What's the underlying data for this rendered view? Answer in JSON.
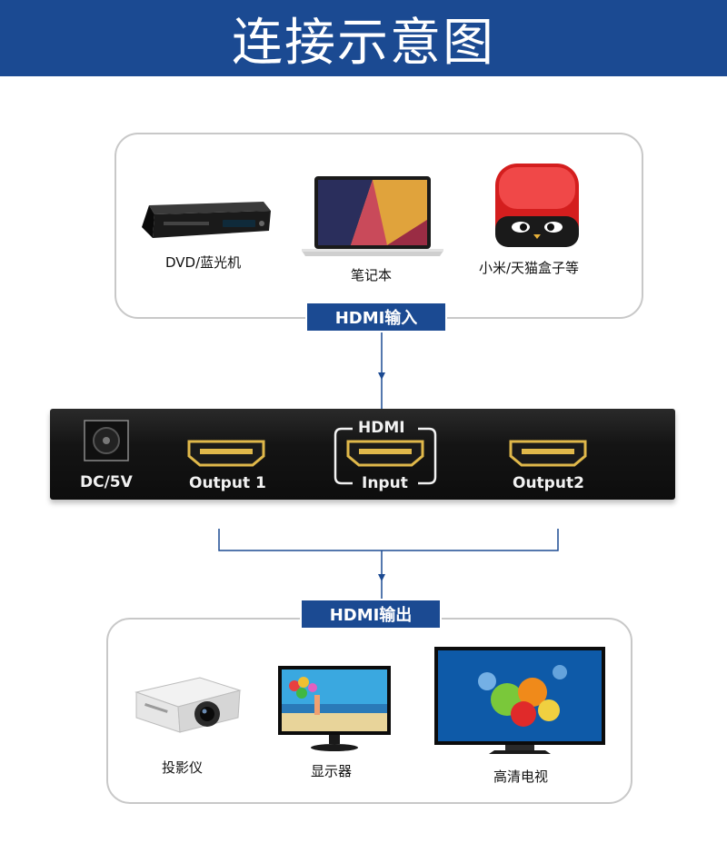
{
  "header": {
    "title": "连接示意图"
  },
  "sources": {
    "items": [
      {
        "label": "DVD/蓝光机",
        "icon": "dvd-player-icon"
      },
      {
        "label": "笔记本",
        "icon": "laptop-icon"
      },
      {
        "label": "小米/天猫盒子等",
        "icon": "tv-box-icon"
      }
    ]
  },
  "tags": {
    "input": "HDMI输入",
    "output": "HDMI输出"
  },
  "splitter": {
    "power_label": "DC/5V",
    "output1_label": "Output 1",
    "input_top_label": "HDMI",
    "input_bottom_label": "Input",
    "output2_label": "Output2"
  },
  "outputs": {
    "items": [
      {
        "label": "投影仪",
        "icon": "projector-icon"
      },
      {
        "label": "显示器",
        "icon": "monitor-icon"
      },
      {
        "label": "高清电视",
        "icon": "hdtv-icon"
      }
    ]
  },
  "colors": {
    "brand": "#1b4a92",
    "panel_border": "#c8c8c8",
    "port_gold": "#e0b84a",
    "device_body": "#111111"
  }
}
